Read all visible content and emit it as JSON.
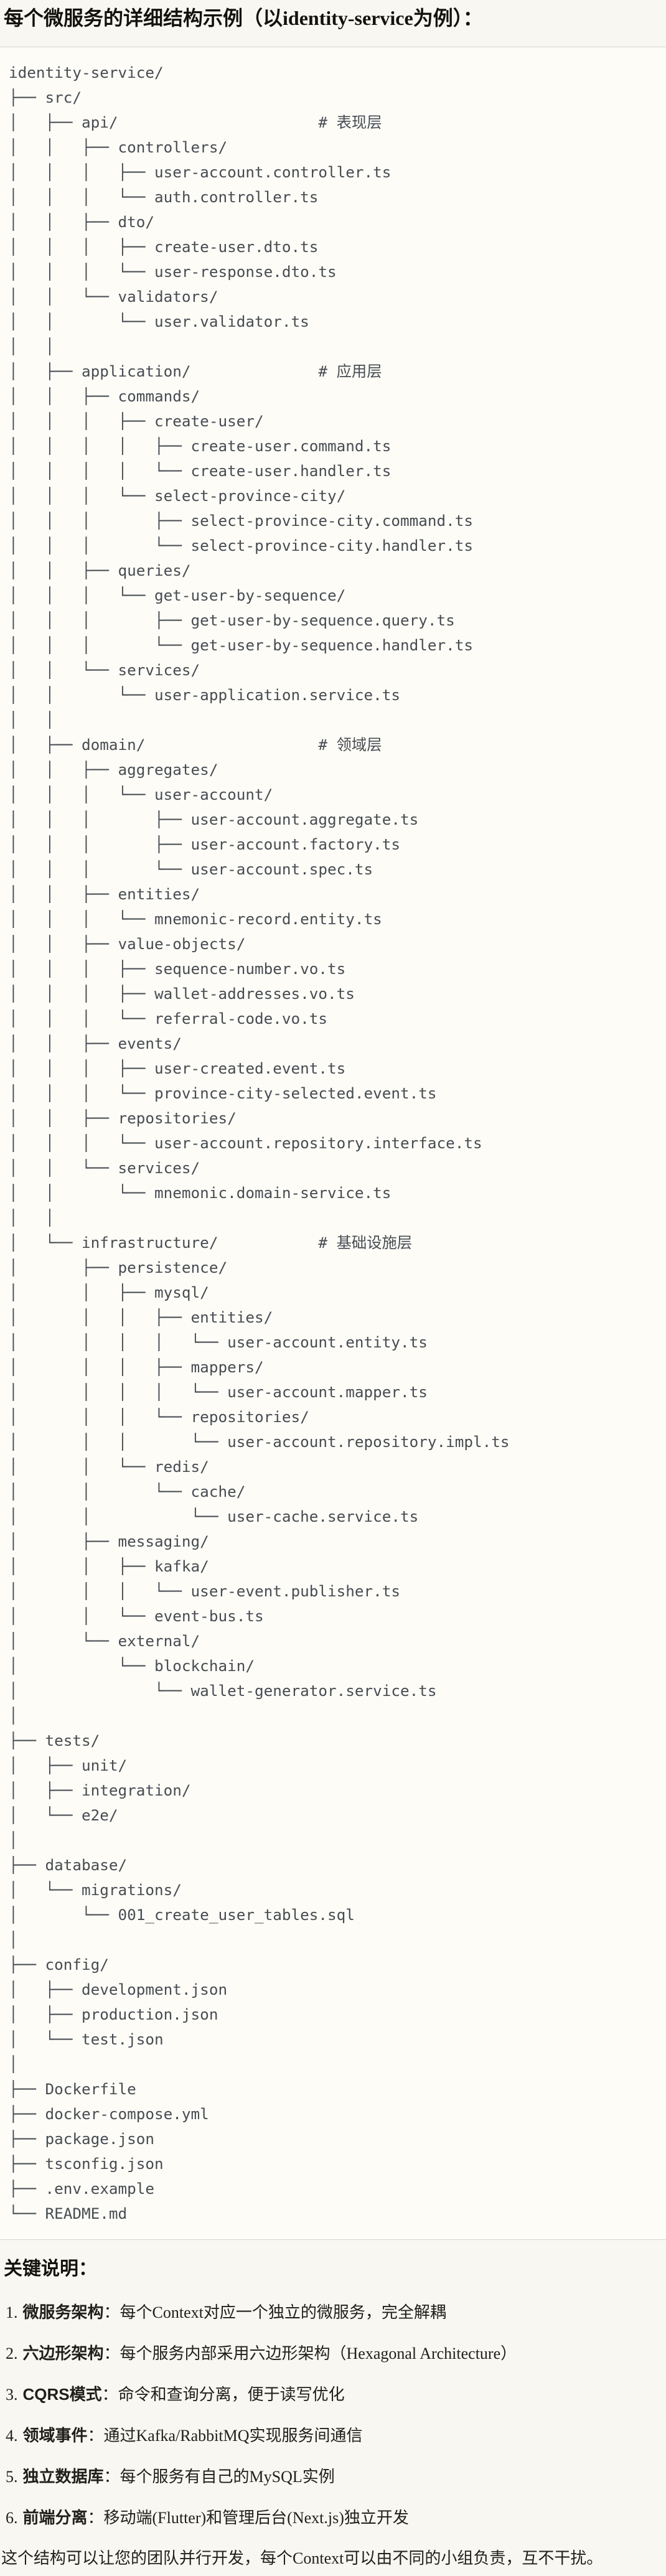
{
  "page": {
    "title": "每个微服务的详细结构示例（以identity-service为例）：",
    "colors": {
      "page_bg": "#f9f7f1",
      "code_bg": "#fdfcf7",
      "code_border": "#d8d7d1",
      "code_text": "#474c52",
      "heading_text": "#14120d"
    },
    "tree_lines": [
      "identity-service/",
      "├── src/",
      "│   ├── api/                      # 表现层",
      "│   │   ├── controllers/",
      "│   │   │   ├── user-account.controller.ts",
      "│   │   │   └── auth.controller.ts",
      "│   │   ├── dto/",
      "│   │   │   ├── create-user.dto.ts",
      "│   │   │   └── user-response.dto.ts",
      "│   │   └── validators/",
      "│   │       └── user.validator.ts",
      "│   │",
      "│   ├── application/              # 应用层",
      "│   │   ├── commands/",
      "│   │   │   ├── create-user/",
      "│   │   │   │   ├── create-user.command.ts",
      "│   │   │   │   └── create-user.handler.ts",
      "│   │   │   └── select-province-city/",
      "│   │   │       ├── select-province-city.command.ts",
      "│   │   │       └── select-province-city.handler.ts",
      "│   │   ├── queries/",
      "│   │   │   └── get-user-by-sequence/",
      "│   │   │       ├── get-user-by-sequence.query.ts",
      "│   │   │       └── get-user-by-sequence.handler.ts",
      "│   │   └── services/",
      "│   │       └── user-application.service.ts",
      "│   │",
      "│   ├── domain/                   # 领域层",
      "│   │   ├── aggregates/",
      "│   │   │   └── user-account/",
      "│   │   │       ├── user-account.aggregate.ts",
      "│   │   │       ├── user-account.factory.ts",
      "│   │   │       └── user-account.spec.ts",
      "│   │   ├── entities/",
      "│   │   │   └── mnemonic-record.entity.ts",
      "│   │   ├── value-objects/",
      "│   │   │   ├── sequence-number.vo.ts",
      "│   │   │   ├── wallet-addresses.vo.ts",
      "│   │   │   └── referral-code.vo.ts",
      "│   │   ├── events/",
      "│   │   │   ├── user-created.event.ts",
      "│   │   │   └── province-city-selected.event.ts",
      "│   │   ├── repositories/",
      "│   │   │   └── user-account.repository.interface.ts",
      "│   │   └── services/",
      "│   │       └── mnemonic.domain-service.ts",
      "│   │",
      "│   └── infrastructure/           # 基础设施层",
      "│       ├── persistence/",
      "│       │   ├── mysql/",
      "│       │   │   ├── entities/",
      "│       │   │   │   └── user-account.entity.ts",
      "│       │   │   ├── mappers/",
      "│       │   │   │   └── user-account.mapper.ts",
      "│       │   │   └── repositories/",
      "│       │   │       └── user-account.repository.impl.ts",
      "│       │   └── redis/",
      "│       │       └── cache/",
      "│       │           └── user-cache.service.ts",
      "│       ├── messaging/",
      "│       │   ├── kafka/",
      "│       │   │   └── user-event.publisher.ts",
      "│       │   └── event-bus.ts",
      "│       └── external/",
      "│           └── blockchain/",
      "│               └── wallet-generator.service.ts",
      "│",
      "├── tests/",
      "│   ├── unit/",
      "│   ├── integration/",
      "│   └── e2e/",
      "│",
      "├── database/",
      "│   └── migrations/",
      "│       └── 001_create_user_tables.sql",
      "│",
      "├── config/",
      "│   ├── development.json",
      "│   ├── production.json",
      "│   └── test.json",
      "│",
      "├── Dockerfile",
      "├── docker-compose.yml",
      "├── package.json",
      "├── tsconfig.json",
      "├── .env.example",
      "└── README.md"
    ],
    "notes": {
      "heading": "关键说明：",
      "items": [
        {
          "num": "1.",
          "label": "微服务架构",
          "rest": "：每个Context对应一个独立的微服务，完全解耦"
        },
        {
          "num": "2.",
          "label": "六边形架构",
          "rest": "：每个服务内部采用六边形架构（Hexagonal Architecture）"
        },
        {
          "num": "3.",
          "label": "CQRS模式",
          "rest": "：命令和查询分离，便于读写优化"
        },
        {
          "num": "4.",
          "label": "领域事件",
          "rest": "：通过Kafka/RabbitMQ实现服务间通信"
        },
        {
          "num": "5.",
          "label": "独立数据库",
          "rest": "：每个服务有自己的MySQL实例"
        },
        {
          "num": "6.",
          "label": "前端分离",
          "rest": "：移动端(Flutter)和管理后台(Next.js)独立开发"
        }
      ],
      "footer": "这个结构可以让您的团队并行开发，每个Context可以由不同的小组负责，互不干扰。"
    }
  }
}
